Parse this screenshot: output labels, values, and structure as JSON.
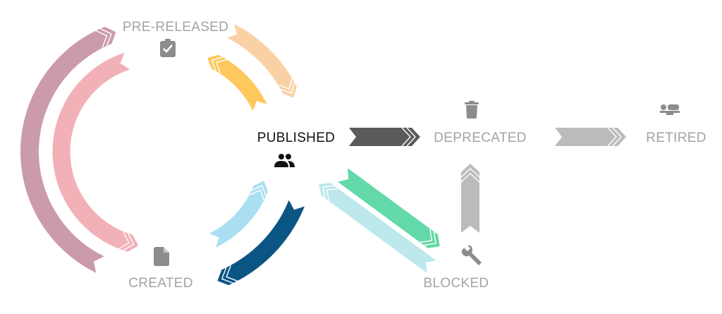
{
  "states": {
    "pre_released": "PRE-RELEASED",
    "published": "PUBLISHED",
    "created": "CREATED",
    "deprecated": "DEPRECATED",
    "retired": "RETIRED",
    "blocked": "BLOCKED"
  },
  "icons": {
    "pre_released": "clipboard-check-icon",
    "published": "users-icon",
    "created": "file-icon",
    "deprecated": "trash-icon",
    "retired": "bed-icon",
    "blocked": "wrench-icon"
  },
  "colors": {
    "label": "#a3a3a3",
    "active_label": "#111111",
    "icon": "#8c8c8c",
    "active_icon": "#111111"
  },
  "transitions": [
    {
      "id": "created-to-pre-released",
      "from": "CREATED",
      "to": "PRE-RELEASED",
      "color": "#cc9aad"
    },
    {
      "id": "pre-released-to-created",
      "from": "PRE-RELEASED",
      "to": "CREATED",
      "color": "#f2b0b7"
    },
    {
      "id": "pre-released-to-published",
      "from": "PRE-RELEASED",
      "to": "PUBLISHED",
      "color": "#fad1a5"
    },
    {
      "id": "published-to-pre-released",
      "from": "PUBLISHED",
      "to": "PRE-RELEASED",
      "color": "#ffc85c"
    },
    {
      "id": "created-to-published",
      "from": "CREATED",
      "to": "PUBLISHED",
      "color": "#aadff2"
    },
    {
      "id": "published-to-created",
      "from": "PUBLISHED",
      "to": "CREATED",
      "color": "#0a5583"
    },
    {
      "id": "published-to-deprecated",
      "from": "PUBLISHED",
      "to": "DEPRECATED",
      "color": "#5a5a5a"
    },
    {
      "id": "deprecated-to-retired",
      "from": "DEPRECATED",
      "to": "RETIRED",
      "color": "#bbbbbb"
    },
    {
      "id": "published-to-blocked",
      "from": "PUBLISHED",
      "to": "BLOCKED",
      "color": "#63d9aa"
    },
    {
      "id": "blocked-to-published",
      "from": "BLOCKED",
      "to": "PUBLISHED",
      "color": "#bde8ec"
    },
    {
      "id": "blocked-to-deprecated",
      "from": "BLOCKED",
      "to": "DEPRECATED",
      "color": "#bbbbbb"
    }
  ]
}
